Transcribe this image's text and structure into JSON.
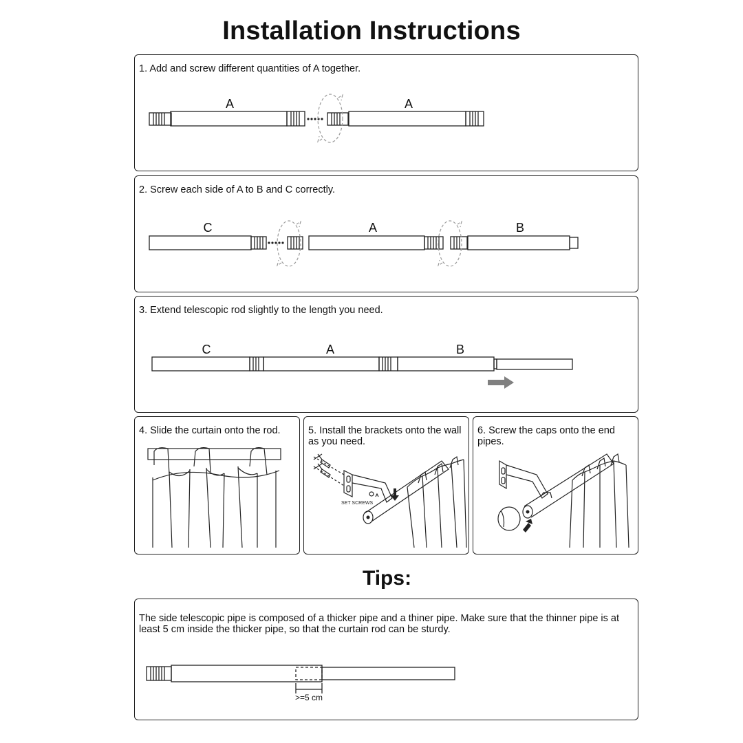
{
  "title": "Installation Instructions",
  "steps": [
    {
      "text": "1. Add and screw different quantities of A together.",
      "labels": [
        "A",
        "A"
      ]
    },
    {
      "text": "2. Screw each side of A to B and C correctly.",
      "labels": [
        "C",
        "A",
        "B"
      ]
    },
    {
      "text": "3. Extend telescopic rod slightly to the length you need.",
      "labels": [
        "C",
        "A",
        "B"
      ]
    },
    {
      "text": "4. Slide the curtain onto the rod."
    },
    {
      "text": "5. Install the brackets onto the wall as you need.",
      "set_screws_label": "SET SCREWS"
    },
    {
      "text": "6. Screw the caps onto the end pipes."
    }
  ],
  "tips": {
    "heading": "Tips:",
    "text": "The side telescopic pipe is composed of a thicker pipe and a thiner pipe. Make sure that the thinner pipe is at least 5 cm inside the thicker pipe, so that the curtain rod can be sturdy.",
    "measure_label": ">=5 cm"
  },
  "colors": {
    "line": "#222222",
    "arrow": "#808080",
    "rotation": "#9a9a9a"
  }
}
